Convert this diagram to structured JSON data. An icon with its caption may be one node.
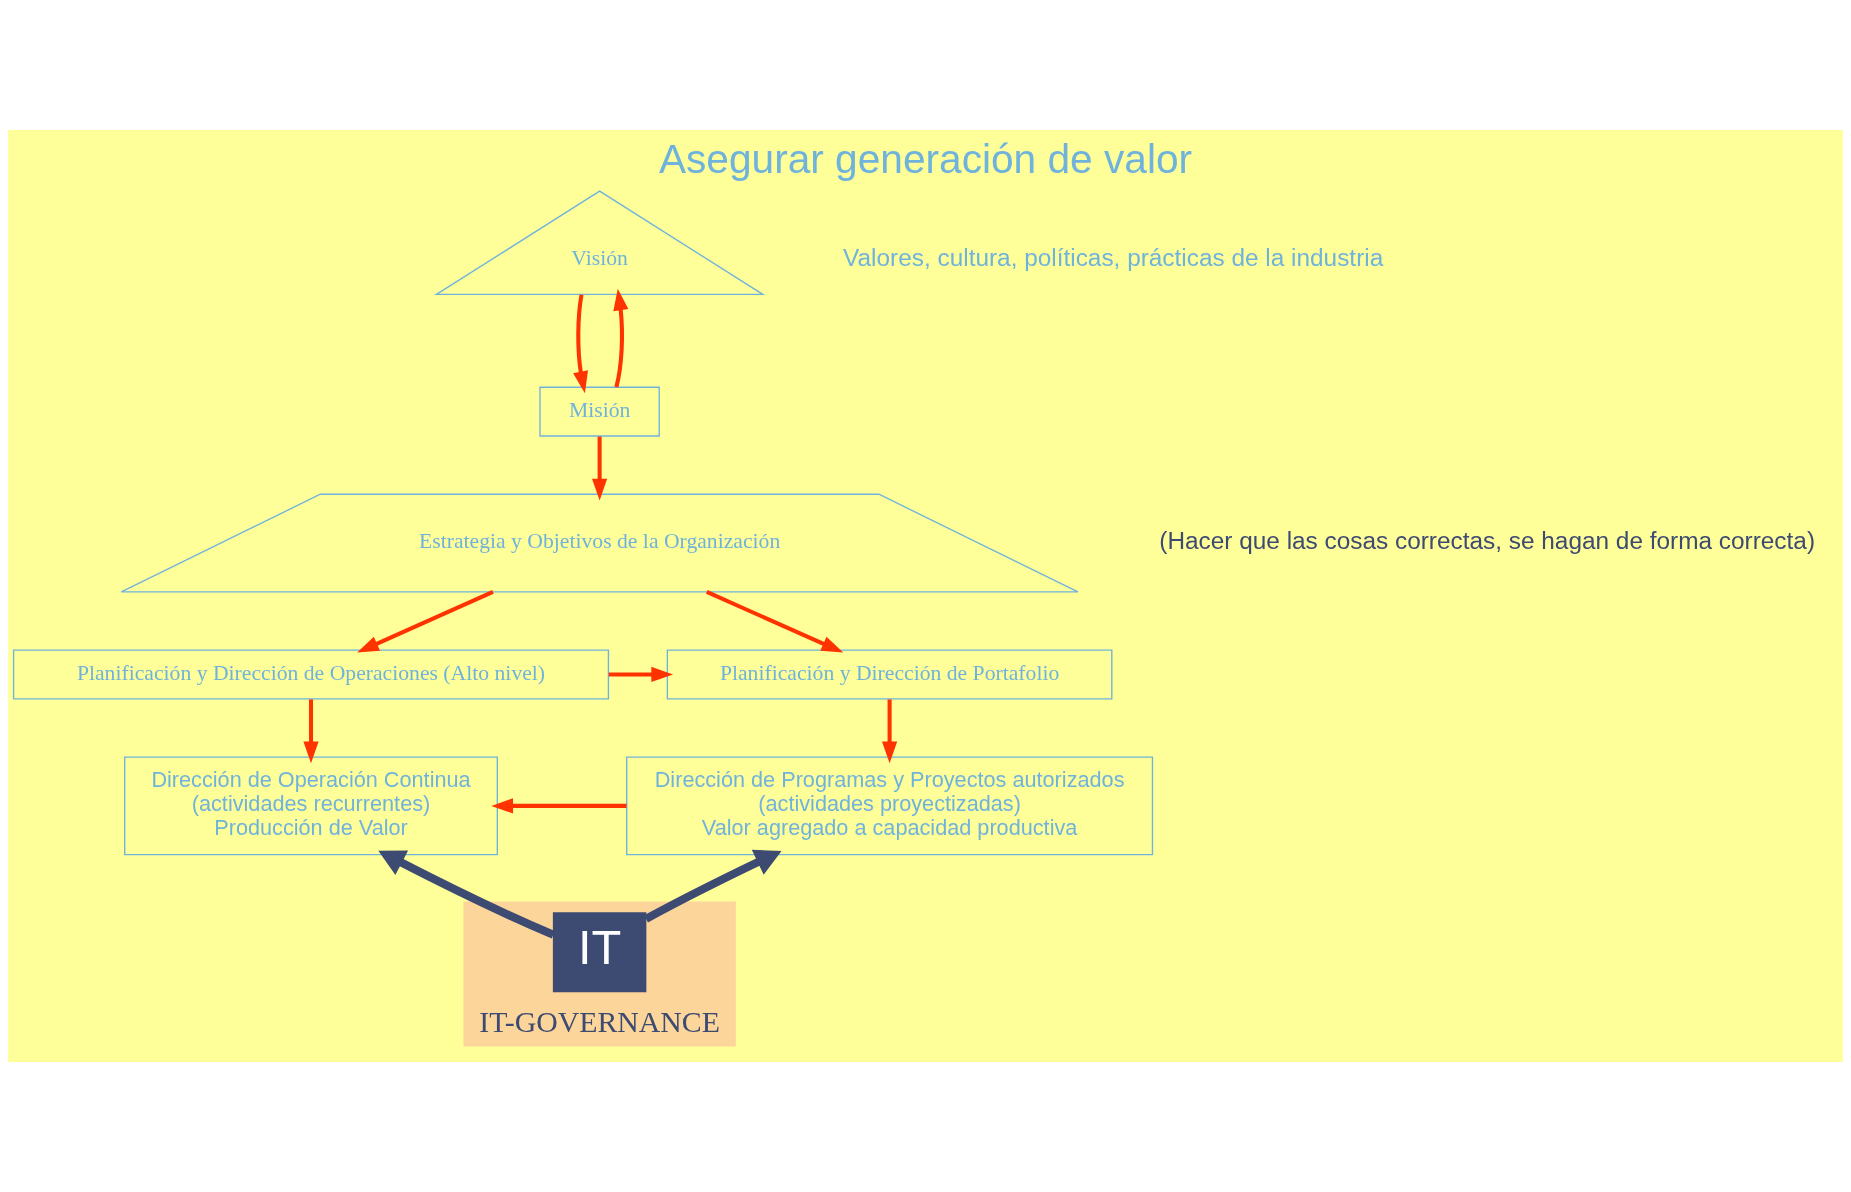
{
  "diagram": {
    "title": "Asegurar generación de valor",
    "nodes": [
      {
        "text": [
          "Visión"
        ]
      },
      {
        "text": [
          "Misión"
        ]
      },
      {
        "text": [
          "Estrategia y Objetivos de la Organización"
        ]
      },
      {
        "text": [
          "Planificación y Dirección de Operaciones (Alto nivel)"
        ]
      },
      {
        "text": [
          "Planificación y Dirección de Portafolio"
        ]
      },
      {
        "text": [
          "Dirección de Operación Continua",
          "(actividades recurrentes)",
          "Producción de Valor"
        ]
      },
      {
        "text": [
          "Dirección de Programas y Proyectos autorizados",
          "(actividades proyectizadas)",
          "Valor agregado a capacidad productiva"
        ]
      },
      {
        "text": [
          "IT-GOVERNANCE"
        ]
      },
      {
        "text": [
          "IT"
        ],
        "in": 7
      }
    ],
    "edges": [
      {
        "from": 1,
        "to": 0,
        "arrow": "to"
      },
      {
        "from": 0,
        "to": 1,
        "arrow": "to"
      },
      {
        "from": 1,
        "to": 2,
        "arrow": "to"
      },
      {
        "from": 2,
        "to": 3,
        "arrow": "to"
      },
      {
        "from": 2,
        "to": 4,
        "arrow": "to"
      },
      {
        "from": 3,
        "to": 4,
        "arrow": "to"
      },
      {
        "from": 3,
        "to": 5,
        "arrow": "to"
      },
      {
        "from": 4,
        "to": 6,
        "arrow": "to"
      },
      {
        "from": 6,
        "to": 5,
        "arrow": "to"
      },
      {
        "from": 8,
        "to": 5,
        "arrow": "to",
        "style": "thick",
        "color": "#3d4a72"
      },
      {
        "from": 8,
        "to": 6,
        "arrow": "to",
        "style": "thick",
        "color": "#3d4a72"
      }
    ],
    "labels": [
      "Valores, cultura, políticas, prácticas de la industria",
      "(Hacer que las cosas correctas, se hagan de forma correcta)"
    ]
  }
}
